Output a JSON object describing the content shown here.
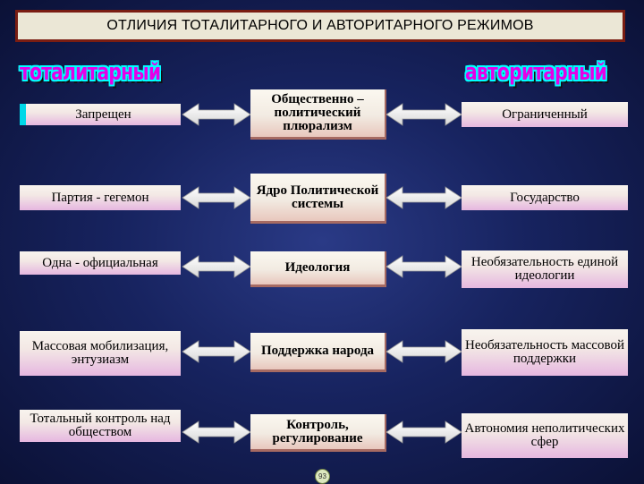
{
  "title": "ОТЛИЧИЯ ТОТАЛИТАРНОГО И АВТОРИТАРНОГО РЕЖИМОВ",
  "headers": {
    "left": "тоталитарный",
    "right": "авторитарный"
  },
  "rows": [
    {
      "left": "Запрещен",
      "middle": "Общественно – политический плюрализм",
      "right": "Ограниченный"
    },
    {
      "left": "Партия - гегемон",
      "middle": "Ядро Политической системы",
      "right": "Государство"
    },
    {
      "left": "Одна - официальная",
      "middle": "Идеология",
      "right": "Необязательность единой идеологии"
    },
    {
      "left": "Массовая мобилизация, энтузиазм",
      "middle": "Поддержка народа",
      "right": "Необязательность массовой поддержки"
    },
    {
      "left": "Тотальный контроль над обществом",
      "middle": "Контроль, регулирование",
      "right": "Автономия неполитических сфер"
    }
  ],
  "page_number": "93"
}
